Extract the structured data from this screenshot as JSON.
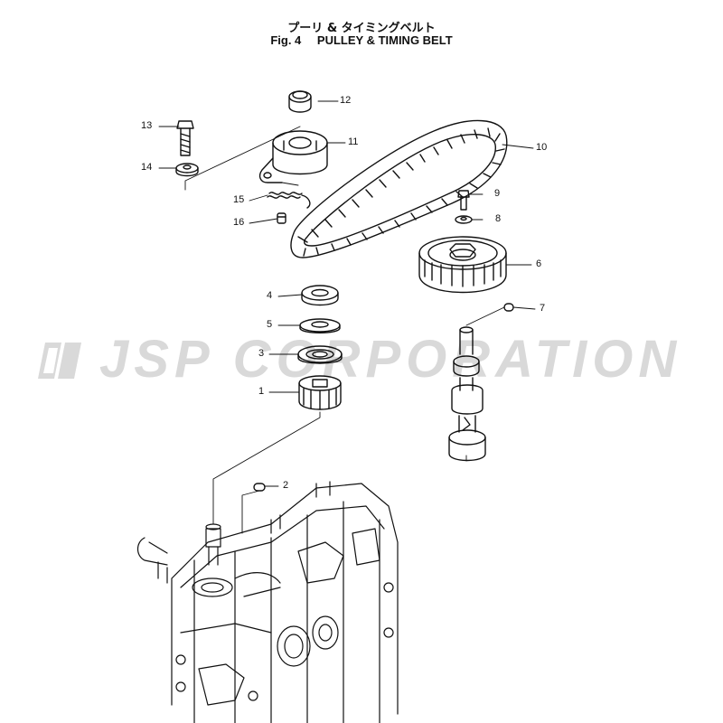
{
  "header": {
    "title_jp": "プーリ & タイミングベルト",
    "fig_label": "Fig. 4",
    "title_en": "PULLEY & TIMING BELT"
  },
  "watermark": {
    "text": "JSP CORPORATION",
    "color": "#d9d9d9"
  },
  "callouts": {
    "c1": "1",
    "c2": "2",
    "c3": "3",
    "c4": "4",
    "c5": "5",
    "c6": "6",
    "c7": "7",
    "c8": "8",
    "c9": "9",
    "c10": "10",
    "c11": "11",
    "c12": "12",
    "c13": "13",
    "c14": "14",
    "c15": "15",
    "c16": "16"
  }
}
